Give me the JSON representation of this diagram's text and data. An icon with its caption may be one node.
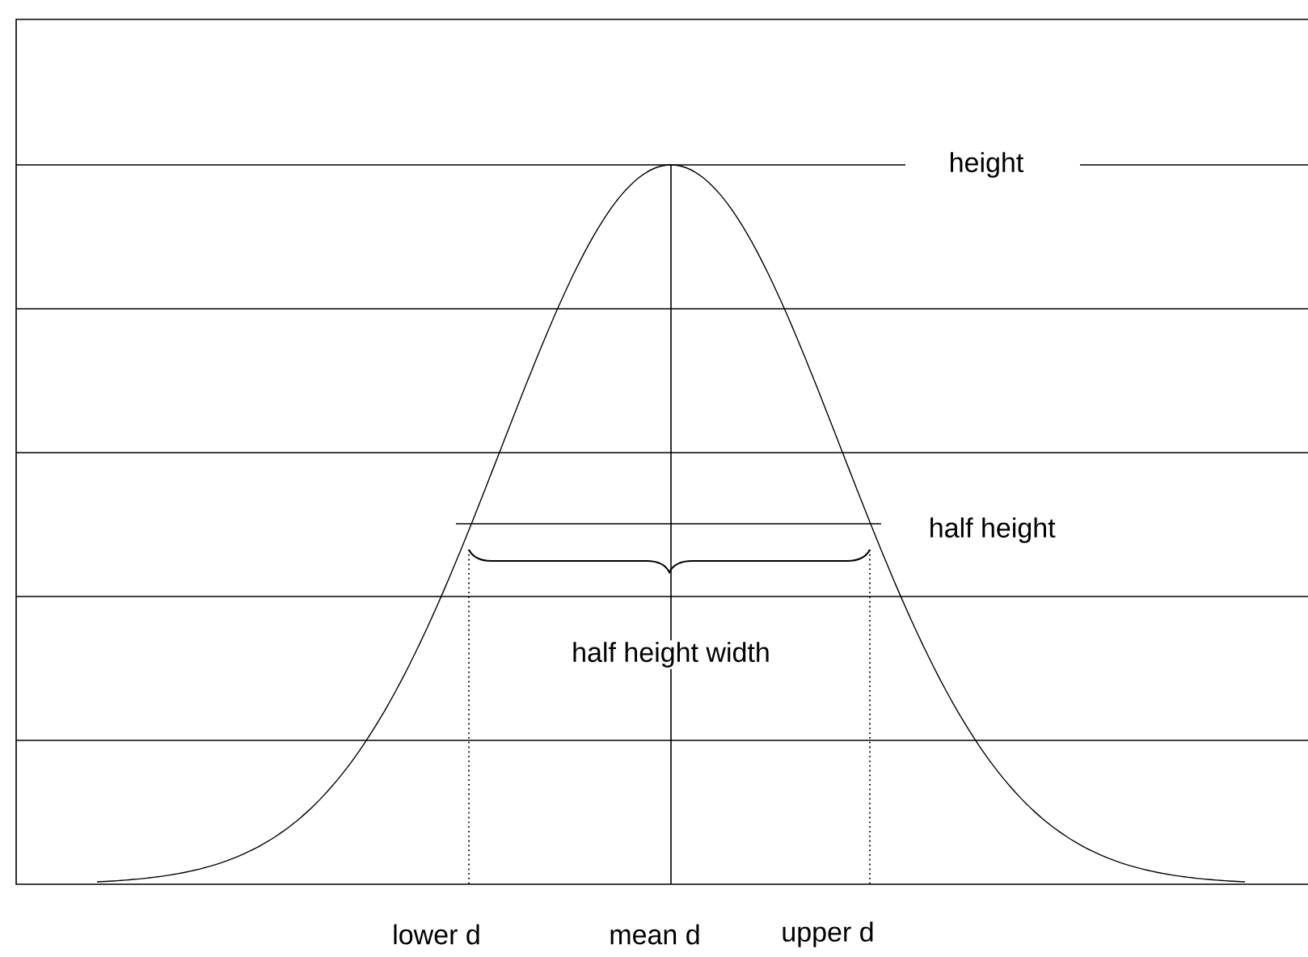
{
  "diagram": {
    "labels": [
      "height",
      "half height",
      "half height width",
      "lower d",
      "mean d",
      "upper d"
    ]
  }
}
